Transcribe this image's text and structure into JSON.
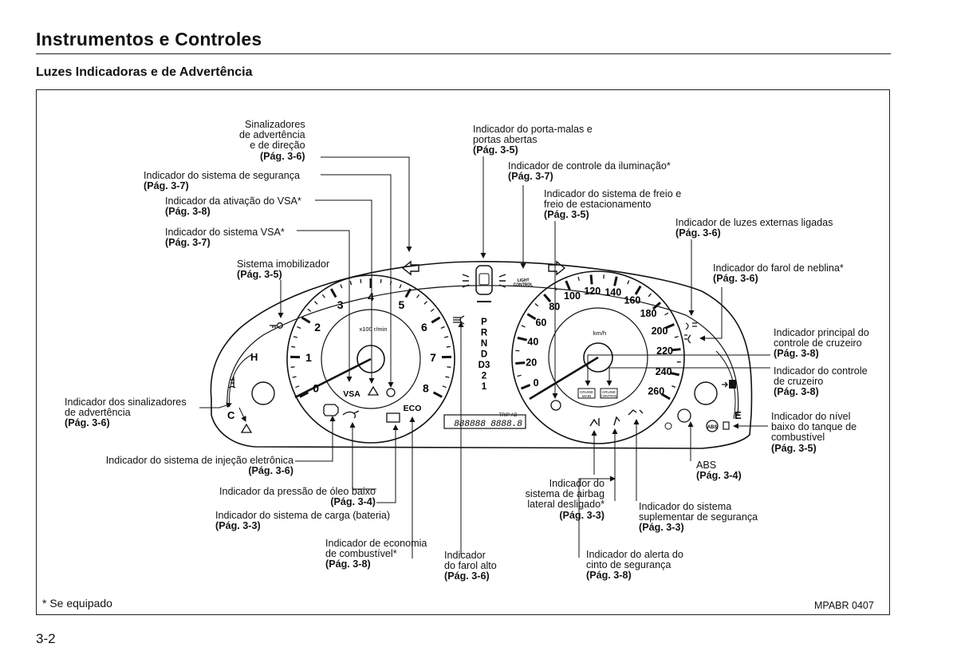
{
  "header": {
    "title": "Instrumentos e Controles",
    "subtitle": "Luzes Indicadoras e de Advertência"
  },
  "labels": {
    "turn_signals": {
      "text": "Sinalizadores\nde advertência\ne de direção",
      "ref": "(Pág. 3-6)"
    },
    "security_system": {
      "text": "Indicador do sistema de segurança",
      "ref": "(Pág. 3-7)"
    },
    "vsa_activation": {
      "text": "Indicador da ativação do VSA*",
      "ref": "(Pág. 3-8)"
    },
    "vsa_system": {
      "text": "Indicador do sistema VSA*",
      "ref": "(Pág. 3-7)"
    },
    "immobilizer": {
      "text": "Sistema imobilizador",
      "ref": "(Pág. 3-5)"
    },
    "trunk_doors": {
      "text": "Indicador do porta-malas e\nportas abertas",
      "ref": "(Pág. 3-5)"
    },
    "lighting_control": {
      "text": "Indicador de controle da iluminação*",
      "ref": "(Pág. 3-7)"
    },
    "brake_system": {
      "text": "Indicador do sistema de freio e\nfreio de estacionamento",
      "ref": "(Pág. 3-5)"
    },
    "exterior_lights": {
      "text": "Indicador de luzes externas ligadas",
      "ref": "(Pág. 3-6)"
    },
    "fog_light": {
      "text": "Indicador do farol de neblina*",
      "ref": "(Pág. 3-6)"
    },
    "cruise_main": {
      "text": "Indicador principal do\ncontrole de cruzeiro",
      "ref": "(Pág. 3-8)"
    },
    "cruise_control": {
      "text": "Indicador do controle\nde cruzeiro",
      "ref": "(Pág. 3-8)"
    },
    "low_fuel": {
      "text": "Indicador do nível\nbaixo do tanque de\ncombustível",
      "ref": "(Pág. 3-5)"
    },
    "abs": {
      "text": "ABS",
      "ref": "(Pág. 3-4)"
    },
    "hazard": {
      "text": "Indicador dos sinalizadores\nde advertência",
      "ref": "(Pág. 3-6)"
    },
    "fuel_injection": {
      "text": "Indicador do sistema de injeção eletrônica",
      "ref": "(Pág. 3-6)"
    },
    "oil_pressure": {
      "text": "Indicador da pressão de óleo baixo",
      "ref": "(Pág. 3-4)"
    },
    "charging": {
      "text": "Indicador do sistema de carga (bateria)",
      "ref": "(Pág. 3-3)"
    },
    "fuel_economy": {
      "text": "Indicador de economia\nde combustível*",
      "ref": "(Pág. 3-8)"
    },
    "high_beam": {
      "text": "Indicador\ndo farol alto",
      "ref": "(Pág. 3-6)"
    },
    "side_airbag": {
      "text": "Indicador do\nsistema de airbag\nlateral desligado*",
      "ref": "(Pág. 3-3)"
    },
    "srs": {
      "text": "Indicador do sistema\nsuplementar de segurança",
      "ref": "(Pág. 3-3)"
    },
    "seatbelt": {
      "text": "Indicador do alerta do\ncinto de segurança",
      "ref": "(Pág. 3-8)"
    }
  },
  "gauges": {
    "tach_numbers": [
      "0",
      "1",
      "2",
      "3",
      "4",
      "5",
      "6",
      "7",
      "8"
    ],
    "tach_unit": "x100 r/min",
    "speed_numbers": [
      "0",
      "20",
      "40",
      "60",
      "80",
      "100",
      "120",
      "140",
      "160",
      "180",
      "200",
      "220",
      "240",
      "260"
    ],
    "speed_unit": "km/h",
    "gears": [
      "P",
      "R",
      "N",
      "D",
      "D3",
      "2",
      "1"
    ],
    "temp_marks": {
      "hot": "H",
      "cold": "C"
    },
    "fuel_marks": {
      "empty": "E"
    },
    "odometer": {
      "trip_label": "TRIP AB",
      "left_digits": "888888",
      "right_digits": "8888.8"
    },
    "icon_text": {
      "vsa": "VSA",
      "eco": "ECO",
      "light_control": "LIGHT\nCONTROL",
      "cruise_main": "CRUISE\nMAIN",
      "cruise_control": "CRUISE\nCONTROL",
      "abs": "ABS"
    }
  },
  "footer": {
    "note": "* Se equipado",
    "code": "MPABR 0407",
    "page_number": "3-2"
  }
}
